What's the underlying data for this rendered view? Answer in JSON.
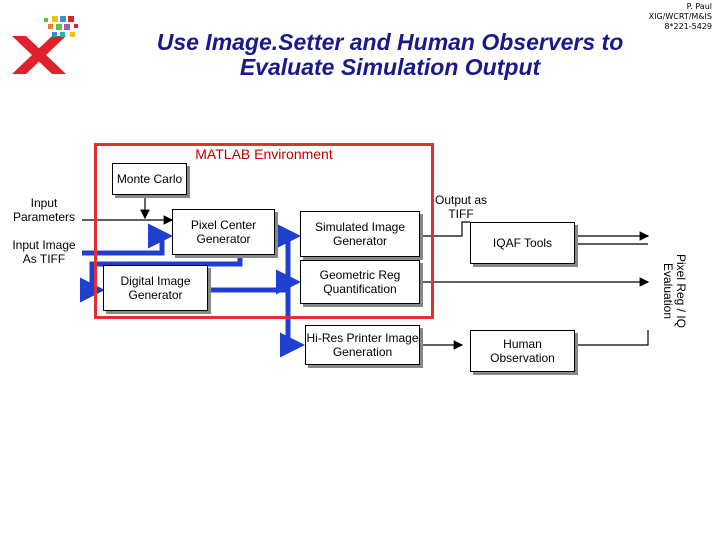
{
  "header": {
    "author_lines": [
      "P. Paul",
      "XIG/WCRT/M&IS",
      "8*221-5429"
    ],
    "title_line1": "Use Image.Setter and Human Observers to",
    "title_line2": "Evaluate Simulation Output"
  },
  "logo": {
    "name": "xerox-x-logo",
    "color": "#e0202a"
  },
  "environment": {
    "label": "MATLAB Environment",
    "border_color": "#e03030"
  },
  "inputs": {
    "input_parameters": "Input Parameters",
    "input_image": "Input Image As TIFF"
  },
  "boxes": {
    "monte_carlo": "Monte Carlo",
    "pixel_center": "Pixel Center Generator",
    "digital_image": "Digital Image Generator",
    "simulated_image": "Simulated Image Generator",
    "geometric_reg": "Geometric Reg Quantification",
    "hires_printer": "Hi-Res Printer Image Generation",
    "iqaf_tools": "IQAF Tools",
    "human_observation": "Human Observation"
  },
  "labels": {
    "output_as_tiff": "Output as TIFF",
    "pixel_reg_eval": "Pixel Reg / IQ Evaluation"
  },
  "colors": {
    "flow_arrow": "#1f3fd0",
    "connector": "#000000",
    "title": "#1a1a8c"
  }
}
